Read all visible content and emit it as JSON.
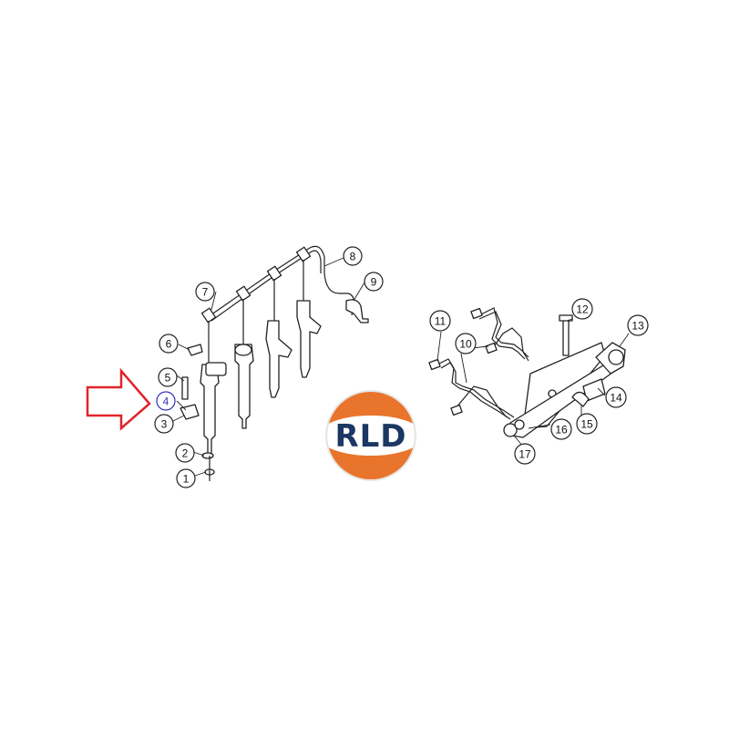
{
  "callouts": [
    {
      "id": "1",
      "label": "1"
    },
    {
      "id": "2",
      "label": "2"
    },
    {
      "id": "3",
      "label": "3"
    },
    {
      "id": "4",
      "label": "4",
      "highlighted": true
    },
    {
      "id": "5",
      "label": "5"
    },
    {
      "id": "6",
      "label": "6"
    },
    {
      "id": "7",
      "label": "7"
    },
    {
      "id": "8",
      "label": "8"
    },
    {
      "id": "9",
      "label": "9"
    },
    {
      "id": "10",
      "label": "10"
    },
    {
      "id": "11",
      "label": "11"
    },
    {
      "id": "12",
      "label": "12"
    },
    {
      "id": "13",
      "label": "13"
    },
    {
      "id": "14",
      "label": "14"
    },
    {
      "id": "15",
      "label": "15"
    },
    {
      "id": "16",
      "label": "16"
    },
    {
      "id": "17",
      "label": "17"
    }
  ],
  "logo": {
    "text": "RLD",
    "top_color": "#e9742b",
    "bottom_color": "#e9742b",
    "band_color": "#ffffff",
    "text_color": "#1b3763"
  },
  "arrow": {
    "color": "#e0242a",
    "points_to": "4"
  },
  "highlight_color": "#3030c0"
}
